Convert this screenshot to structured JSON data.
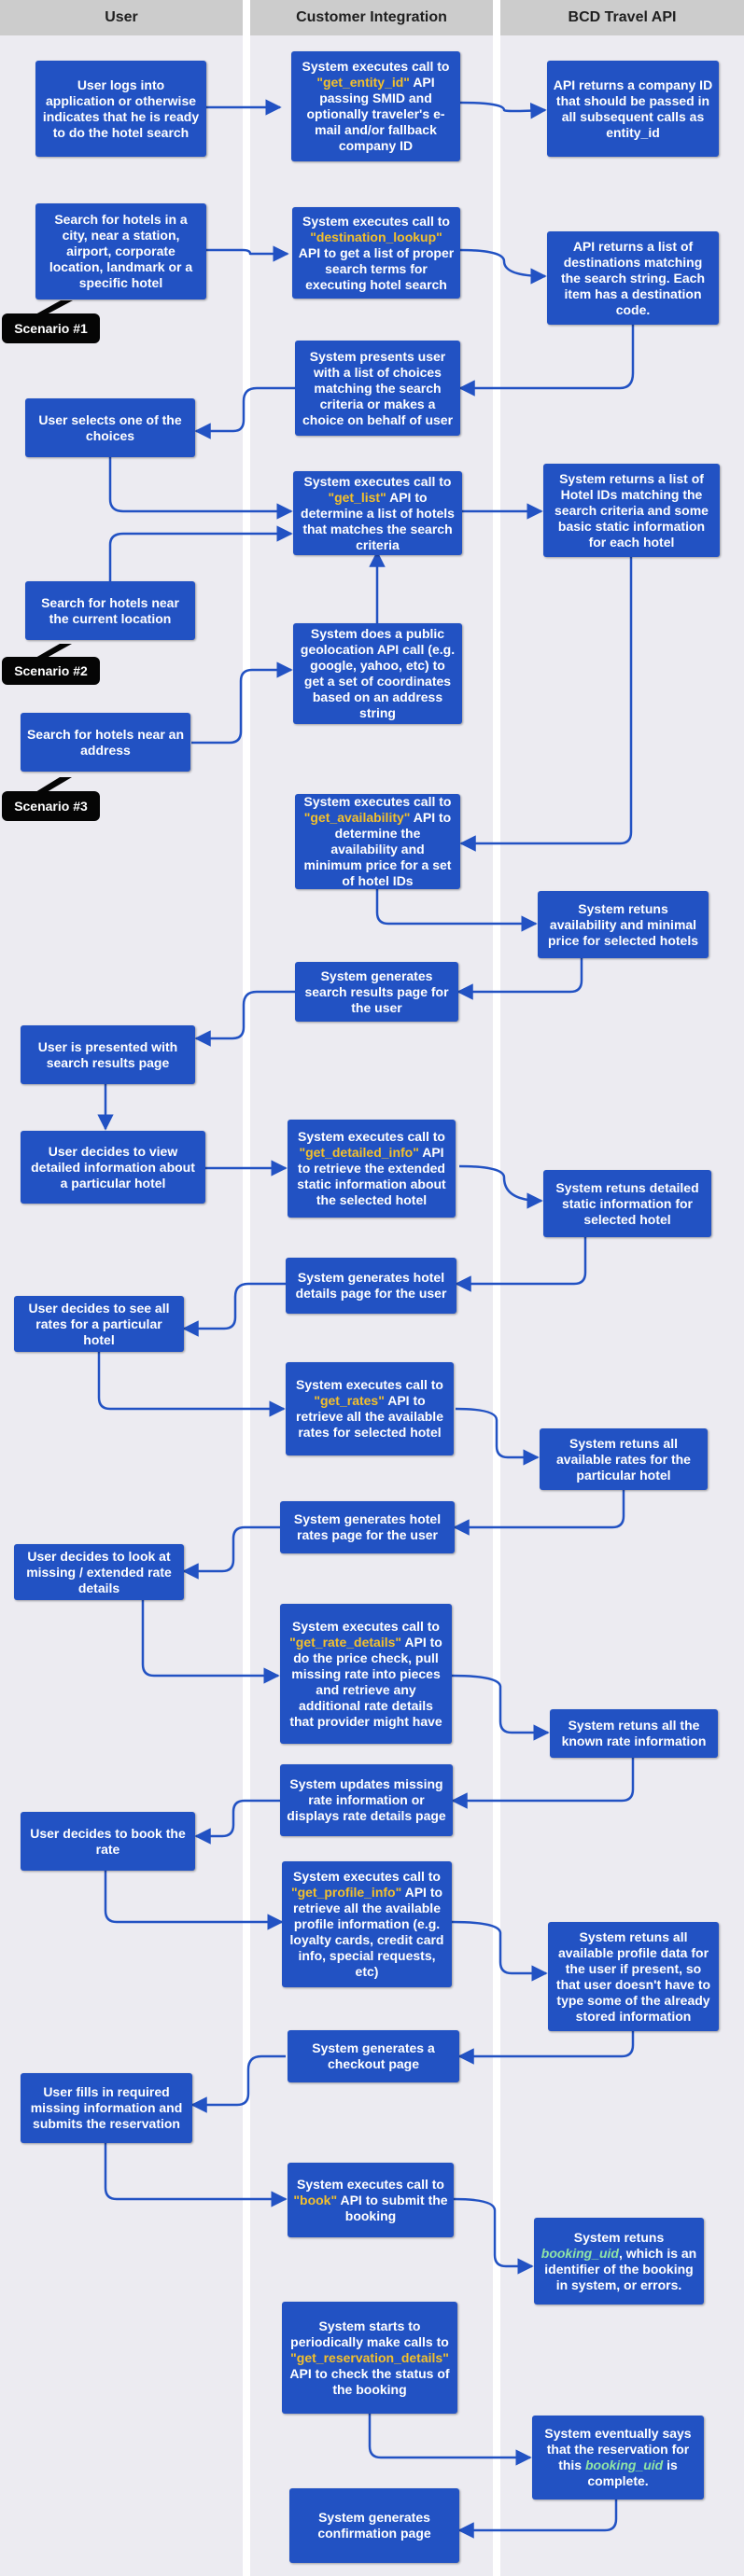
{
  "lanes": [
    "User",
    "Customer Integration",
    "BCD Travel  API"
  ],
  "scenarios": [
    "Scenario #1",
    "Scenario #2",
    "Scenario #3"
  ],
  "user": {
    "u1": "User logs into application or otherwise indicates that he is ready to do the hotel search",
    "u2": "Search for hotels in a city, near a station, airport, corporate location, landmark or a specific hotel",
    "u3": "User selects one of the choices",
    "u4": "Search for hotels near the current location",
    "u5": "Search for hotels near an address",
    "u6": "User is presented with search results page",
    "u7": "User decides to view detailed information about a particular hotel",
    "u8": "User decides to see all rates for a particular hotel",
    "u9": "User decides to look at missing / extended rate details",
    "u10": "User decides to book the rate",
    "u11": "User fills in required missing information and submits the reservation"
  },
  "ci": {
    "c1": {
      "pre": "System executes call to ",
      "api": "\"get_entity_id\"",
      "post": " API passing SMID and optionally traveler's e-mail and/or fallback company ID"
    },
    "c2": {
      "pre": "System executes call to ",
      "api": "\"destination_lookup\"",
      "post": " API to get a list of proper search terms for executing  hotel search"
    },
    "c3": "System presents user with a list of choices matching the search criteria or makes a choice on behalf of user",
    "c4": {
      "pre": "System executes call to ",
      "api": "\"get_list\"",
      "post": " API to determine a list of hotels that matches the search criteria"
    },
    "c5": "System does a public geolocation API call (e.g. google, yahoo, etc) to get a set of coordinates based on an address string",
    "c6": {
      "pre": "System executes call to ",
      "api": "\"get_availability\"",
      "post": " API to determine the availability and minimum price for a set of hotel IDs"
    },
    "c7": "System generates search results page for the user",
    "c8": {
      "pre": "System executes call to ",
      "api": "\"get_detailed_info\"",
      "post": " API to retrieve the extended static information about the selected hotel"
    },
    "c9": "System generates hotel details page for the user",
    "c10": {
      "pre": "System executes call to ",
      "api": "\"get_rates\"",
      "post": " API to retrieve all the available rates for selected hotel"
    },
    "c11": "System generates hotel rates page for the user",
    "c12": {
      "pre": "System executes call to ",
      "api": "\"get_rate_details\"",
      "post": " API to do the price check, pull missing rate into pieces and retrieve any additional rate details that provider might have"
    },
    "c13": "System updates missing rate information or displays rate details page",
    "c14": {
      "pre": "System executes call to ",
      "api": "\"get_profile_info\"",
      "post": " API to retrieve all the available profile information (e.g. loyalty cards, credit card info, special requests, etc)"
    },
    "c15": "System generates a checkout page",
    "c16": {
      "pre": "System executes call to ",
      "api": "\"book\"",
      "post": " API to submit the booking"
    },
    "c17": {
      "pre": "System starts to periodically make calls to ",
      "api": "\"get_reservation_details\"",
      "post": " API to check the status of the booking"
    },
    "c18": "System generates confirmation page"
  },
  "bcd": {
    "b1": "API returns a company ID that should be passed in all subsequent calls as entity_id",
    "b2": "API returns a list of destinations matching the search string. Each item has a  destination code.",
    "b3": "System returns a list of Hotel IDs matching the search criteria and some basic static information for each hotel",
    "b4": "System retuns availability and minimal price for selected hotels",
    "b5": "System retuns detailed static information for selected hotel",
    "b6": "System retuns all available rates for the particular hotel",
    "b7": "System retuns all the known rate information",
    "b8": "System retuns all available profile data for the user if present, so that user doesn't have to type some of the already stored information",
    "b9": {
      "em": "booking_uid",
      "pre": "System retuns ",
      "post": ", which is an identifier of the booking in        system, or errors."
    },
    "b10": {
      "pre": "System eventually says that the reservation for this ",
      "em": "booking_uid",
      "post": " is complete."
    }
  },
  "colors": {
    "box": "#2252c3",
    "api": "#f3c02c",
    "em": "#8fe3a6",
    "lane": "#ecebf1",
    "header": "#cccccc",
    "scenario": "#050505"
  }
}
